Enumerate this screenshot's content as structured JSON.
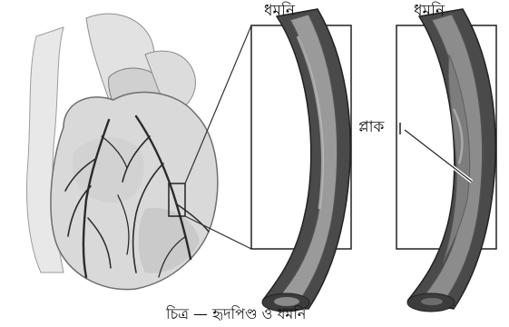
{
  "labels": {
    "artery_normal": "ধমনি",
    "artery_blocked": "ধমনি",
    "plaque": "প্লাক"
  },
  "caption": "চিত্র — হৃদপিণ্ড ও ধমনি",
  "colors": {
    "heart_fill": "#d9d9d9",
    "vessel_line": "#2b2b2b",
    "artery_wall": "#4a4a4a",
    "artery_lumen": "#9a9a9a",
    "plaque_fill": "#7d7d7d"
  }
}
